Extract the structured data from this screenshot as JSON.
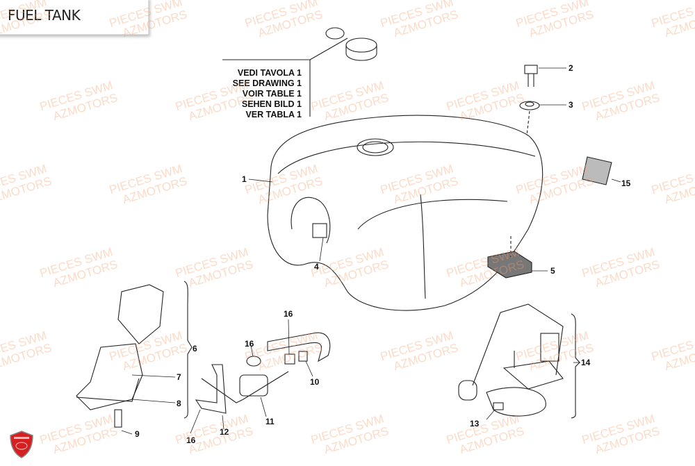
{
  "title": "FUEL TANK",
  "watermark": {
    "line1": "PIECES SWM",
    "line2": "AZMOTORS"
  },
  "reference_note": [
    "VEDI TAVOLA 1",
    "SEE DRAWING 1",
    "VOIR TABLE 1",
    "SEHEN BILD 1",
    "VER TABLA 1"
  ],
  "callouts": {
    "c1": "1",
    "c2": "2",
    "c3": "3",
    "c4": "4",
    "c5": "5",
    "c6": "6",
    "c7": "7",
    "c8": "8",
    "c9": "9",
    "c10": "10",
    "c11": "11",
    "c12": "12",
    "c13": "13",
    "c14": "14",
    "c15": "15",
    "c16a": "16",
    "c16b": "16",
    "c16c": "16"
  },
  "colors": {
    "watermark": "#f4a06e",
    "logo": "#d42020"
  }
}
